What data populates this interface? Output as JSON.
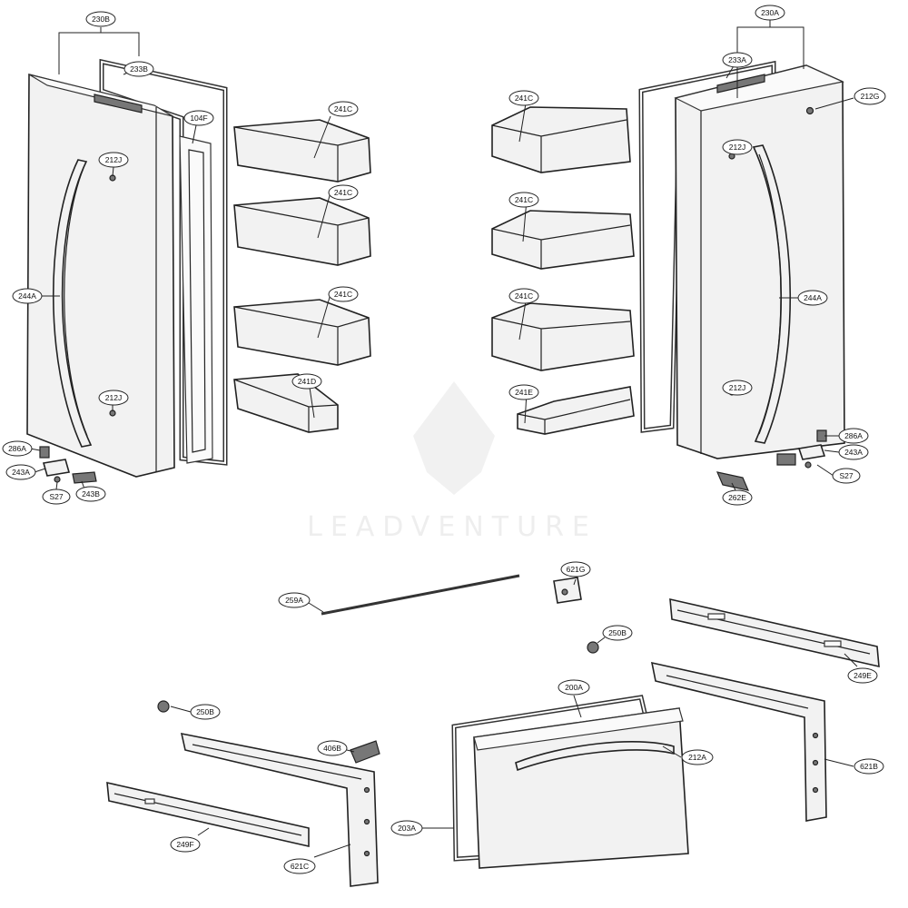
{
  "diagram": {
    "watermark": "LEADVENTURE",
    "callouts": {
      "c_230B": "230B",
      "c_233B": "233B",
      "c_104F": "104F",
      "c_212J_l1": "212J",
      "c_244A_l": "244A",
      "c_212J_l2": "212J",
      "c_286A_l": "286A",
      "c_243A_l": "243A",
      "c_S27_l": "S27",
      "c_243B": "243B",
      "c_241C_l1": "241C",
      "c_241C_l2": "241C",
      "c_241C_l3": "241C",
      "c_241D": "241D",
      "c_241C_r1": "241C",
      "c_241C_r2": "241C",
      "c_241C_r3": "241C",
      "c_241E": "241E",
      "c_230A": "230A",
      "c_233A": "233A",
      "c_212G": "212G",
      "c_212J_r1": "212J",
      "c_244A_r": "244A",
      "c_212J_r2": "212J",
      "c_286A_r": "286A",
      "c_243A_r": "243A",
      "c_S27_r": "S27",
      "c_262E": "262E",
      "c_259A": "259A",
      "c_621G": "621G",
      "c_250B_1": "250B",
      "c_249E": "249E",
      "c_200A": "200A",
      "c_250B_2": "250B",
      "c_406B": "406B",
      "c_212A": "212A",
      "c_621B": "621B",
      "c_203A": "203A",
      "c_249F": "249F",
      "c_621C": "621C"
    }
  }
}
